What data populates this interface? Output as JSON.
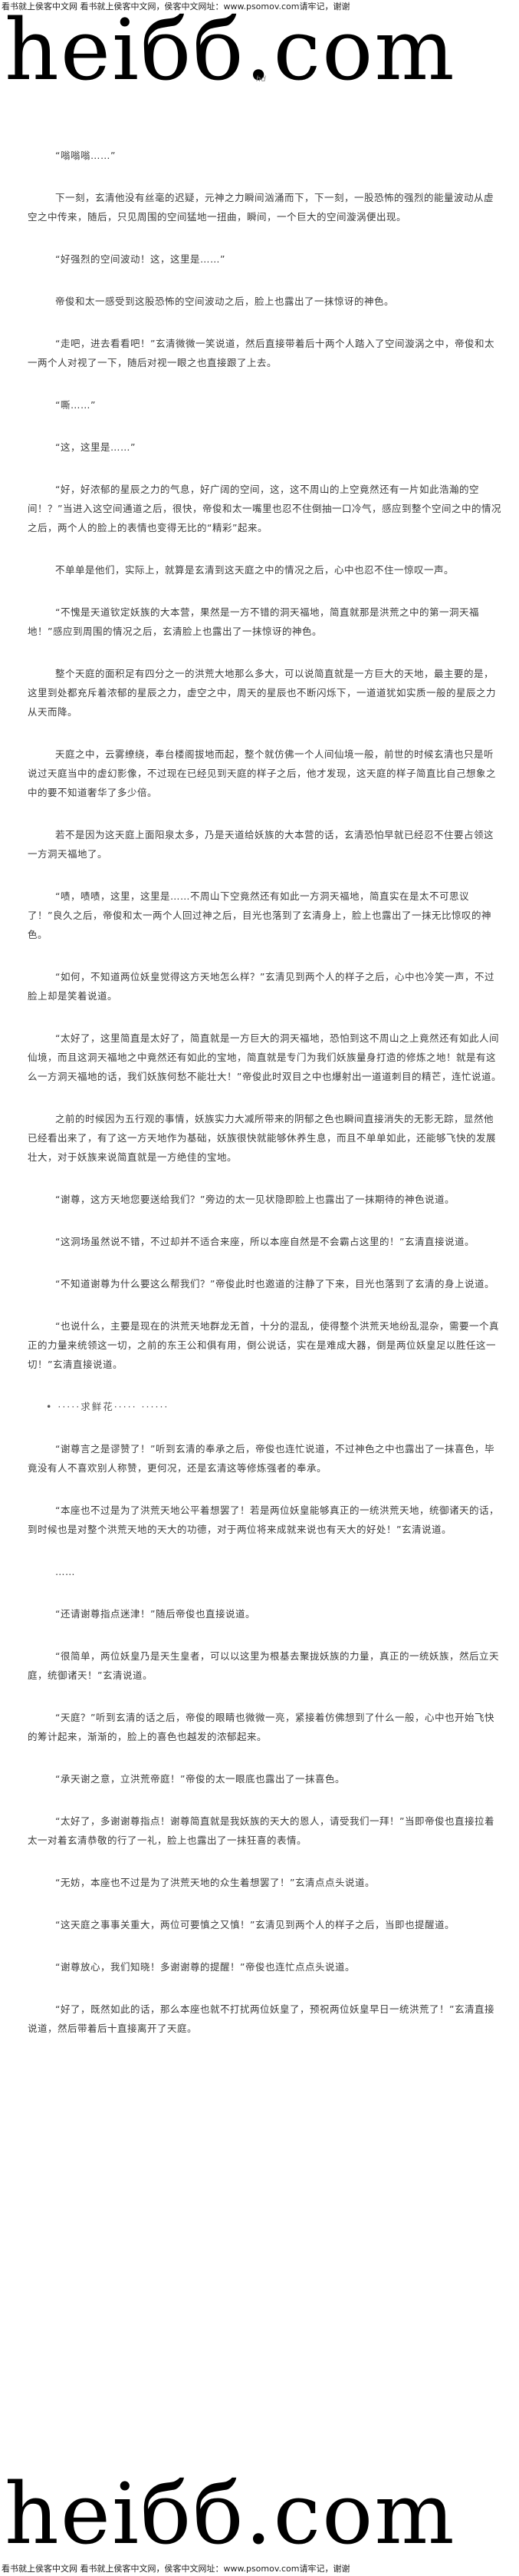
{
  "header_text": "看书就上侯客中文网 看书就上侯客中文网，侯客中文网址：www.psomov.com请牢记，谢谢",
  "logo_text": "heiбб.com",
  "watermark_text": "hd",
  "paragraphs": [
    "“嗡嗡嗡……”",
    "下一刻，玄清他没有丝毫的迟疑，元神之力瞬间汹涌而下，下一刻，一股恐怖的强烈的能量波动从虚空之中传来，随后，只见周围的空间猛地一扭曲，瞬间，一个巨大的空间漩涡便出现。",
    "“好强烈的空间波动！这，这里是……”",
    "帝俊和太一感受到这股恐怖的空间波动之后，脸上也露出了一抹惊讶的神色。",
    "“走吧，进去看看吧！”玄清微微一笑说道，然后直接带着后十两个人踏入了空间漩涡之中，帝俊和太一两个人对视了一下，随后对视一眼之也直接跟了上去。",
    "“嘶……”",
    "“这，这里是……”",
    "“好，好浓郁的星辰之力的气息，好广阔的空间，这，这不周山的上空竟然还有一片如此浩瀚的空间！？”当进入这空间通道之后，很快，帝俊和太一嘴里也忍不住倒抽一口冷气，感应到整个空间之中的情况之后，两个人的脸上的表情也变得无比的“精彩”起来。",
    "不单单是他们，实际上，就算是玄清到这天庭之中的情况之后，心中也忍不住一惊叹一声。",
    "“不愧是天道钦定妖族的大本营，果然是一方不错的洞天福地，简直就那是洪荒之中的第一洞天福地！”感应到周围的情况之后，玄清脸上也露出了一抹惊讶的神色。",
    "整个天庭的面积足有四分之一的洪荒大地那么多大，可以说简直就是一方巨大的天地，最主要的是，这里到处都充斥着浓郁的星辰之力，虚空之中，周天的星辰也不断闪烁下，一道道犹如实质一般的星辰之力从天而降。",
    "天庭之中，云雾缭绕，奉台楼阁拔地而起，整个就仿佛一个人间仙境一般，前世的时候玄清也只是听说过天庭当中的虚幻影像，不过现在已经见到天庭的样子之后，他才发现，这天庭的样子简直比自己想象之中的要不知道奢华了多少倍。",
    "若不是因为这天庭上面阳泉太多，乃是天道给妖族的大本营的话，玄清恐怕早就已经忍不住要占领这一方洞天福地了。",
    "“啧，啧啧，这里，这里是……不周山下空竟然还有如此一方洞天福地，简直实在是太不可思议了！”良久之后，帝俊和太一两个人回过神之后，目光也落到了玄清身上，脸上也露出了一抹无比惊叹的神色。",
    "“如何，不知道两位妖皇觉得这方天地怎么样？”玄清见到两个人的样子之后，心中也冷笑一声，不过脸上却是笑着说道。",
    "“太好了，这里简直是太好了，简直就是一方巨大的洞天福地，恐怕到这不周山之上竟然还有如此人间仙境，而且这洞天福地之中竟然还有如此的宝地，简直就是专门为我们妖族量身打造的修炼之地！就是有这么一方洞天福地的话，我们妖族何愁不能壮大！”帝俊此时双目之中也爆射出一道道刺目的精芒，连忙说道。",
    "之前的时候因为五行观的事情，妖族实力大减所带来的阴郁之色也瞬间直接消失的无影无踪，显然他已经看出来了，有了这一方天地作为基础，妖族很快就能够休养生息，而且不单单如此，还能够飞快的发展壮大，对于妖族来说简直就是一方绝佳的宝地。",
    "“谢尊，这方天地您要送给我们？”旁边的太一见状隐即脸上也露出了一抹期待的神色说道。",
    "“这洞场虽然说不错，不过却并不适合来座，所以本座自然是不会霸占这里的！”玄清直接说道。",
    "“不知道谢尊为什么要这么帮我们？”帝俊此时也邀道的注静了下来，目光也落到了玄清的身上说道。",
    "“也说什么，主要是现在的洪荒天地群龙无首，十分的混乱，使得整个洪荒天地纷乱混杂，需要一个真正的力量来统领这一切，之前的东王公和俱有用，倒公说话，实在是难成大器，倒是两位妖皇足以胜任这一切！”玄清直接说道。",
    "• ·····求鲜花·····  ······",
    "“谢尊言之是谬赞了！”听到玄清的奉承之后，帝俊也连忙说道，不过神色之中也露出了一抹喜色，毕竟没有人不喜欢别人称赞，更何况，还是玄清这等修炼强者的奉承。",
    "“本座也不过是为了洪荒天地公平着想罢了！若是两位妖皇能够真正的一统洪荒天地，统御诸天的话，到时候也是对整个洪荒天地的天大的功德，对于两位将来成就来说也有天大的好处！”玄清说道。",
    "……",
    "“还请谢尊指点迷津！”随后帝俊也直接说道。",
    "“很简单，两位妖皇乃是天生皇者，可以以这里为根基去聚拢妖族的力量，真正的一统妖族，然后立天庭，统御诸天！”玄清说道。",
    "“天庭？”听到玄清的话之后，帝俊的眼睛也微微一亮，紧接着仿佛想到了什么一般，心中也开始飞快的筹计起来，渐渐的，脸上的喜色也越发的浓郁起来。",
    "“承天谢之意，立洪荒帝庭！”帝俊的太一眼底也露出了一抹喜色。",
    "“太好了，多谢谢尊指点！谢尊简直就是我妖族的天大的恩人，请受我们一拜！”当即帝俊也直接拉着太一对着玄清恭敬的行了一礼，脸上也露出了一抹狂喜的表情。",
    "“无妨，本座也不过是为了洪荒天地的众生着想罢了！”玄清点点头说道。",
    "“这天庭之事事关重大，两位可要慎之又慎！”玄清见到两个人的样子之后，当即也提醒道。",
    "“谢尊放心，我们知晓！多谢谢尊的提醒！”帝俊也连忙点点头说道。",
    "“好了，既然如此的话，那么本座也就不打扰两位妖皇了，预祝两位妖皇早日一统洪荒了！”玄清直接说道，然后带着后十直接离开了天庭。"
  ],
  "footer_text": "看书就上侯客中文网 看书就上侯客中文网，侯客中文网址：www.psomov.com请牢记，谢谢"
}
